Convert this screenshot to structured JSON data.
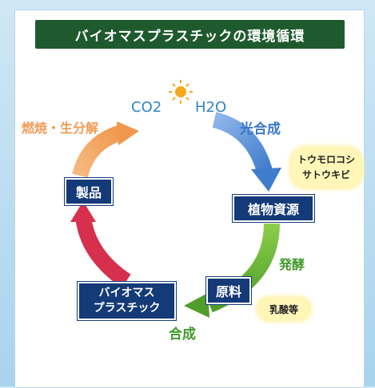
{
  "title": "バイオマスプラスチックの環境循環",
  "co2": "CO2",
  "h2o": "H2O",
  "stages": {
    "seihin": "製品",
    "shokubutsu": "植物資源",
    "genryo": "原料",
    "plastic": "バイオマス\nプラスチック"
  },
  "processes": {
    "combustion": "燃焼・生分解",
    "photosynthesis": "光合成",
    "fermentation": "発酵",
    "synthesis": "合成"
  },
  "notes": {
    "crops": "トウモロコシ\nサトウキビ",
    "lactic": "乳酸等"
  },
  "colors": {
    "title_bg": "#1f5a2e",
    "box_bg": "#143a78",
    "blue_arrow": "#5b90d6",
    "green_arrow": "#6cb536",
    "red_arrow": "#d6304e",
    "orange_arrow": "#f0a35e",
    "orange_text": "#f29c55",
    "blue_text": "#3a78c8",
    "green_text": "#3f9a2a",
    "sun": "#f5a81c"
  }
}
